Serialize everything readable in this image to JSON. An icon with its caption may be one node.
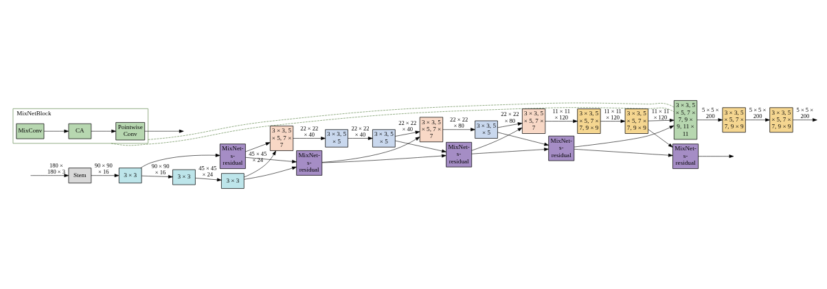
{
  "diagram": {
    "nodes": [
      {
        "text": [
          "MixNetBlock"
        ]
      },
      {
        "text": [
          "MixConv"
        ],
        "in": 0
      },
      {
        "text": [
          "CA"
        ],
        "in": 0
      },
      {
        "text": [
          "Pointwise Conv"
        ],
        "in": 0
      },
      {
        "text": [
          "Stem"
        ]
      },
      {
        "text": [
          "3 × 3"
        ]
      },
      {
        "text": [
          "3 × 3"
        ]
      },
      {
        "text": [
          "3 × 3"
        ]
      },
      {
        "text": [
          "3 × 3, 5 × 5, 7 × 7"
        ]
      },
      {
        "text": [
          "3 × 3, 5 × 5"
        ]
      },
      {
        "text": [
          "3 × 3, 5 × 5"
        ]
      },
      {
        "text": [
          "3 × 3, 5 × 5, 7 × 7"
        ]
      },
      {
        "text": [
          "3 × 3, 5 × 5"
        ]
      },
      {
        "text": [
          "3 × 3, 5 × 5, 7 × 7"
        ]
      },
      {
        "text": [
          "3 × 3, 5 × 5, 7 × 7, 9 × 9"
        ]
      },
      {
        "text": [
          "3 × 3, 5 × 5, 7 × 7, 9 × 9"
        ]
      },
      {
        "text": [
          "3 × 3, 5 × 5, 7 × 7, 9 × 9, 11 × 11"
        ]
      },
      {
        "text": [
          "3 × 3, 5 × 5, 7 × 7, 9 × 9"
        ]
      },
      {
        "text": [
          "3 × 3, 5 × 5, 7 × 7, 9 × 9"
        ]
      },
      {
        "text": [
          "MixNet-s-residual"
        ]
      },
      {
        "text": [
          "MixNet-s-residual"
        ]
      },
      {
        "text": [
          "MixNet-s-residual"
        ]
      },
      {
        "text": [
          "MixNet-s-residual"
        ]
      },
      {
        "text": [
          "MixNet-s-residual"
        ]
      }
    ],
    "edges": [
      {
        "from": 1,
        "to": 2,
        "arrow": "to"
      },
      {
        "from": 2,
        "to": 3,
        "arrow": "to"
      },
      {
        "from": 3,
        "to": null,
        "arrow": "to"
      },
      {
        "from": 0,
        "to": 16,
        "arrow": "none",
        "style": "dashed",
        "color": "#4f7a3a"
      },
      {
        "from": 0,
        "to": 16,
        "arrow": "none",
        "style": "dashed",
        "color": "#4f7a3a"
      },
      {
        "from": null,
        "to": 4,
        "arrow": "to",
        "label": "180 × 180 × 3"
      },
      {
        "from": 4,
        "to": 5,
        "arrow": "to",
        "label": "90 × 90 × 16"
      },
      {
        "from": 5,
        "to": 6,
        "arrow": "to",
        "label": "90 × 90 × 16"
      },
      {
        "from": 5,
        "to": 19,
        "arrow": "to"
      },
      {
        "from": 6,
        "to": 7,
        "arrow": "to",
        "label": "45 × 45 × 24"
      },
      {
        "from": 7,
        "to": 8,
        "arrow": "to",
        "label": "45 × 45 × 24"
      },
      {
        "from": 19,
        "to": 8,
        "arrow": "to"
      },
      {
        "from": 7,
        "to": 20,
        "arrow": "to"
      },
      {
        "from": 19,
        "to": 20,
        "arrow": "to"
      },
      {
        "from": 8,
        "to": 9,
        "arrow": "to",
        "label": "22 × 22 × 40"
      },
      {
        "from": 9,
        "to": 10,
        "arrow": "to",
        "label": "22 × 22 × 40"
      },
      {
        "from": 10,
        "to": 11,
        "arrow": "to",
        "label": "22 × 22 × 40"
      },
      {
        "from": 20,
        "to": 11,
        "arrow": "to"
      },
      {
        "from": 10,
        "to": 21,
        "arrow": "to"
      },
      {
        "from": 20,
        "to": 21,
        "arrow": "to"
      },
      {
        "from": 11,
        "to": 12,
        "arrow": "to",
        "label": "22 × 22 × 80"
      },
      {
        "from": 12,
        "to": 13,
        "arrow": "to",
        "label": "22 × 22 × 80"
      },
      {
        "from": 21,
        "to": 13,
        "arrow": "to"
      },
      {
        "from": 12,
        "to": 22,
        "arrow": "to"
      },
      {
        "from": 21,
        "to": 22,
        "arrow": "to"
      },
      {
        "from": 13,
        "to": 14,
        "arrow": "to",
        "label": "11 × 11 × 120"
      },
      {
        "from": 14,
        "to": 15,
        "arrow": "to",
        "label": "11 × 11 × 120"
      },
      {
        "from": 15,
        "to": 16,
        "arrow": "to",
        "label": "11 × 11 × 120"
      },
      {
        "from": 22,
        "to": 16,
        "arrow": "to"
      },
      {
        "from": 15,
        "to": 23,
        "arrow": "to"
      },
      {
        "from": 22,
        "to": 23,
        "arrow": "to"
      },
      {
        "from": 16,
        "to": 17,
        "arrow": "to",
        "label": "5 × 5 × 200"
      },
      {
        "from": 17,
        "to": 18,
        "arrow": "to",
        "label": "5 × 5 × 200"
      },
      {
        "from": 18,
        "to": null,
        "arrow": "to",
        "label": "5 × 5 × 200"
      },
      {
        "from": 23,
        "to": null,
        "arrow": "to"
      }
    ]
  }
}
